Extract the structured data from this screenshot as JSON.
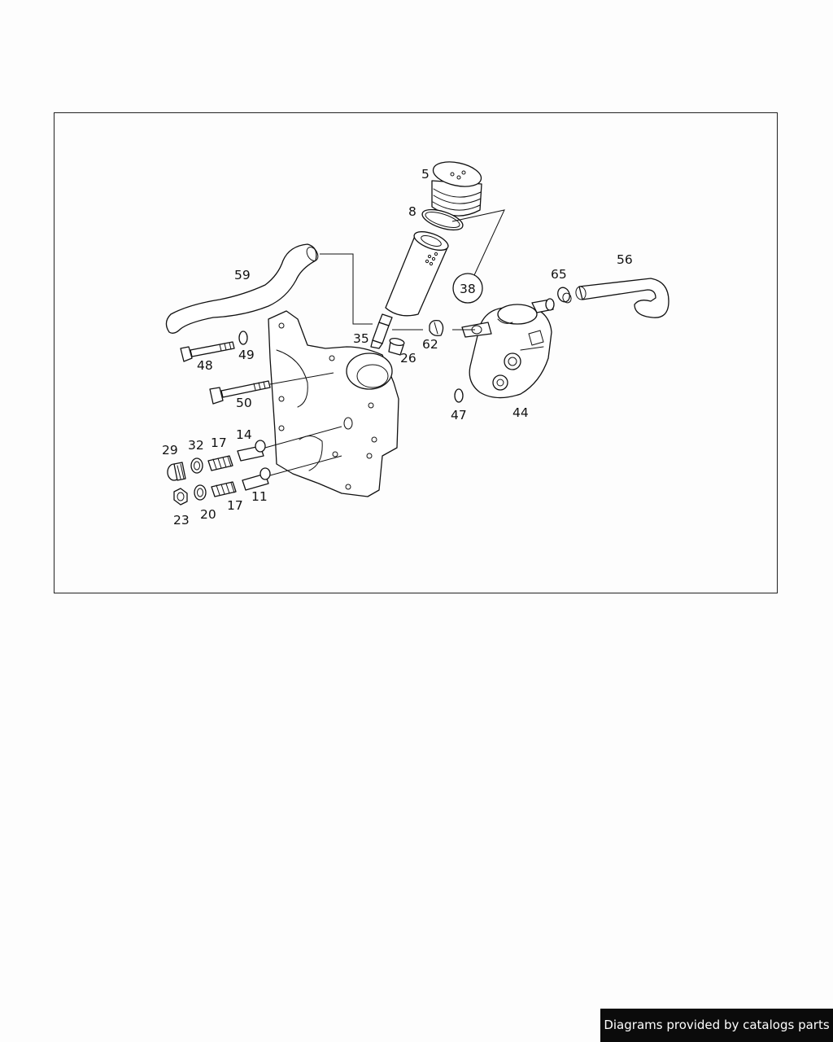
{
  "diagram": {
    "callouts": {
      "c5": "5",
      "c8": "8",
      "c38": "38",
      "c59": "59",
      "c35": "35",
      "c62": "62",
      "c26": "26",
      "c65": "65",
      "c56": "56",
      "c48": "48",
      "c49": "49",
      "c50": "50",
      "c47": "47",
      "c44": "44",
      "c14": "14",
      "c29": "29",
      "c32": "32",
      "c17a": "17",
      "c17b": "17",
      "c11": "11",
      "c23": "23",
      "c20": "20"
    }
  },
  "footer": {
    "credit": "Diagrams provided by catalogs parts"
  }
}
